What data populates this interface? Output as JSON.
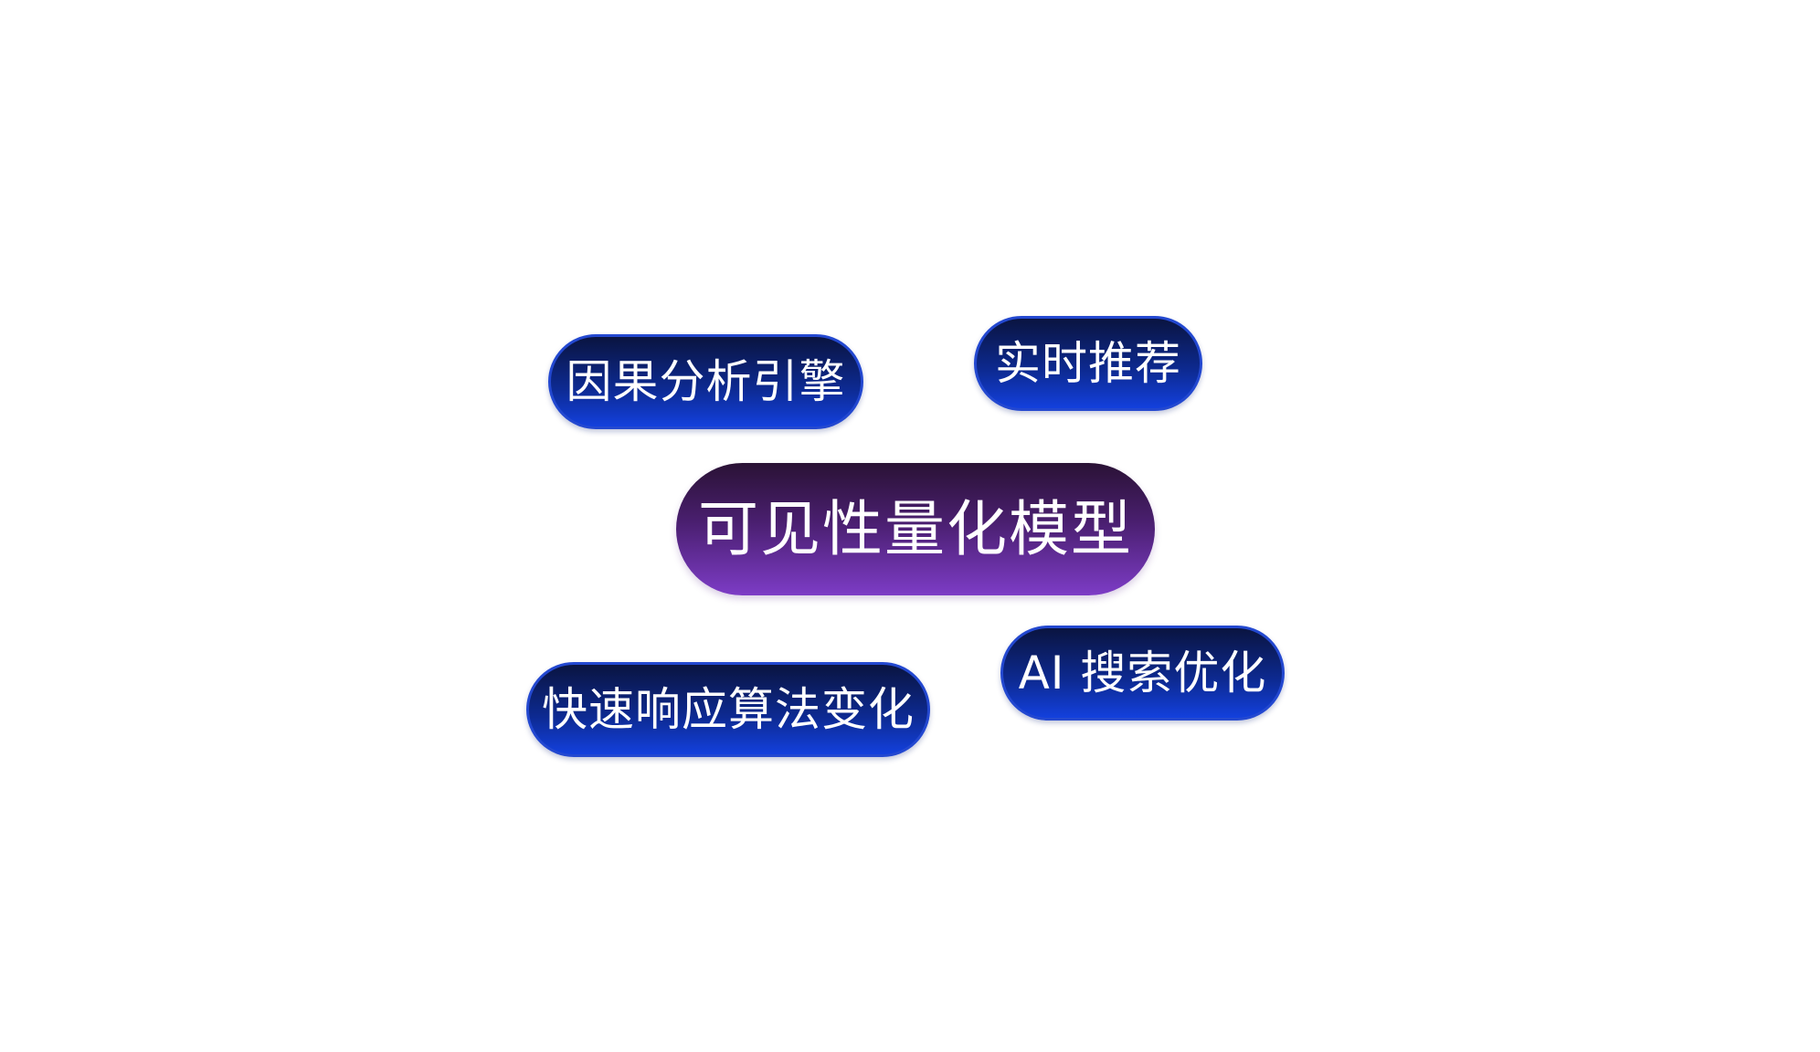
{
  "tags": {
    "center": "可见性量化模型",
    "causal": "因果分析引擎",
    "realtime": "实时推荐",
    "fast": "快速响应算法变化",
    "ai": "AI 搜索优化"
  },
  "colors": {
    "background": "#ffffff",
    "tag_blue_top": "#0a1440",
    "tag_blue_bottom": "#1340dd",
    "tag_purple_top": "#2a1235",
    "tag_purple_bottom": "#7d3cc6",
    "text": "#ffffff"
  }
}
